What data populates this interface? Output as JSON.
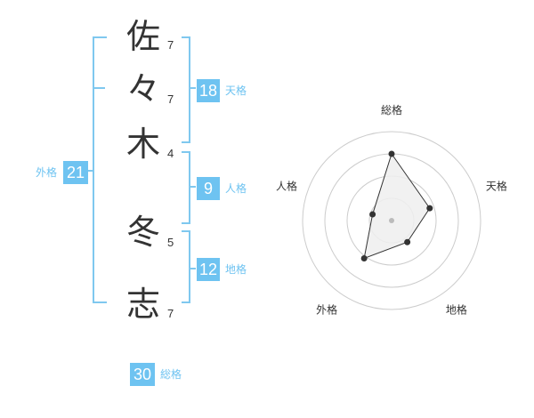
{
  "name_chars": [
    {
      "char": "佐",
      "strokes": "7"
    },
    {
      "char": "々",
      "strokes": "7"
    },
    {
      "char": "木",
      "strokes": "4"
    },
    {
      "char": "冬",
      "strokes": "5"
    },
    {
      "char": "志",
      "strokes": "7"
    }
  ],
  "kakusu": {
    "tenkaku": {
      "value": "18",
      "label": "天格"
    },
    "jinkaku": {
      "value": "9",
      "label": "人格"
    },
    "chikaku": {
      "value": "12",
      "label": "地格"
    },
    "gaikaku": {
      "value": "21",
      "label": "外格"
    },
    "soukaku": {
      "value": "30",
      "label": "総格"
    }
  },
  "chart_data": {
    "type": "radar",
    "axes": [
      "総格",
      "天格",
      "地格",
      "外格",
      "人格"
    ],
    "values": [
      30,
      18,
      12,
      21,
      9
    ],
    "rings": 4,
    "colors": {
      "line": "#333333",
      "fill": "#eeeeee",
      "ring": "#cccccc",
      "center": "#bbbbbb"
    }
  }
}
